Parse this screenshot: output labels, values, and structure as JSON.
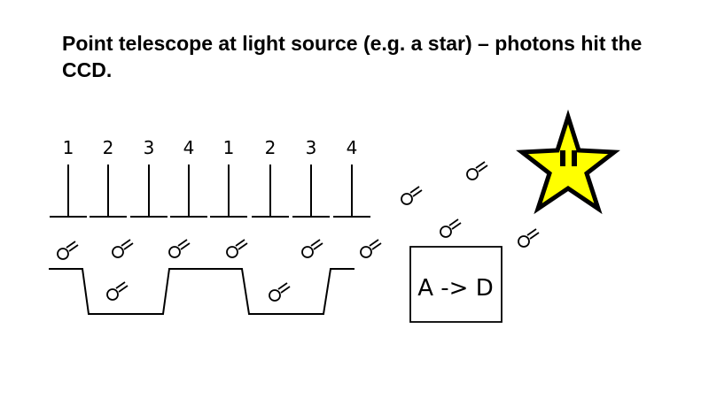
{
  "slide": {
    "title": "Point telescope at light source (e.g. a star) – photons hit the CCD."
  },
  "electrodes": {
    "labels": [
      "1",
      "2",
      "3",
      "4",
      "1",
      "2",
      "3",
      "4"
    ]
  },
  "adc": {
    "label": "A -> D"
  },
  "star": {
    "fill": "#ffff00",
    "outline": "#000000",
    "eyes": "#000000"
  },
  "photon_icon": "photon-glyph"
}
